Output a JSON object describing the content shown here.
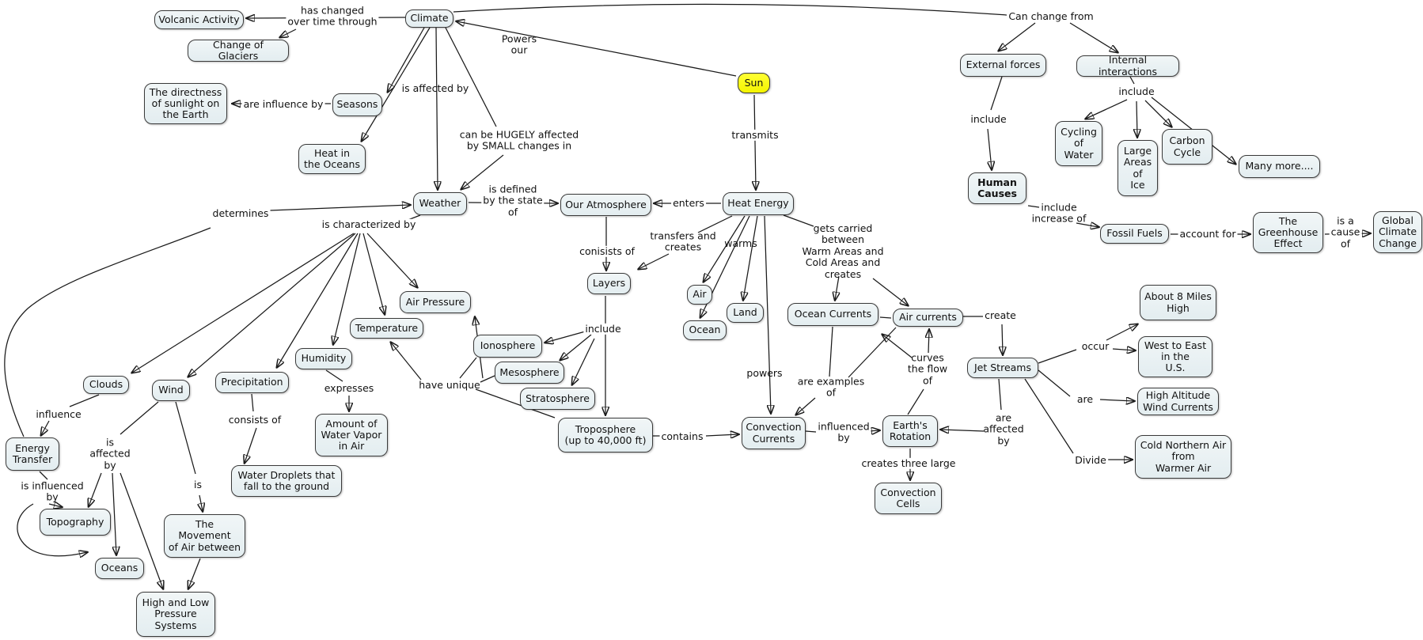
{
  "colors": {
    "node_fill": "#e9f1f3",
    "node_border": "#3a3a3a",
    "sun_fill": "#ffff00",
    "line": "#1a1a1a",
    "text": "#111111"
  },
  "nodes": {
    "volcanic_activity": "Volcanic Activity",
    "climate": "Climate",
    "change_of_glaciers": "Change of Glaciers",
    "directness_sunlight": "The directness\nof sunlight on\nthe Earth",
    "seasons": "Seasons",
    "heat_in_oceans": "Heat in\nthe Oceans",
    "weather": "Weather",
    "our_atmosphere": "Our Atmosphere",
    "sun": "Sun",
    "heat_energy": "Heat Energy",
    "external_forces": "External forces",
    "internal_interactions": "Internal interactions",
    "cycling_of_water": "Cycling\nof\nWater",
    "large_areas_ice": "Large\nAreas\nof\nIce",
    "carbon_cycle": "Carbon\nCycle",
    "many_more": "Many more....",
    "human_causes": "Human\nCauses",
    "fossil_fuels": "Fossil Fuels",
    "greenhouse_effect": "The\nGreenhouse\nEffect",
    "global_climate_change": "Global\nClimate\nChange",
    "layers": "Layers",
    "air": "Air",
    "land": "Land",
    "ocean": "Ocean",
    "ocean_currents": "Ocean Currents",
    "air_currents": "Air currents",
    "jet_streams": "Jet Streams",
    "about_8_miles": "About 8 Miles\nHigh",
    "west_to_east": "West to East\nin the\nU.S.",
    "high_altitude": "High Altitude\nWind Currents",
    "cold_northern_air": "Cold Northern Air\nfrom\nWarmer Air",
    "ionosphere": "Ionosphere",
    "mesosphere": "Mesosphere",
    "stratosphere": "Stratosphere",
    "troposphere": "Troposphere\n(up to 40,000 ft)",
    "convection_currents": "Convection\nCurrents",
    "earths_rotation": "Earth's\nRotation",
    "convection_cells": "Convection\nCells",
    "air_pressure": "Air Pressure",
    "temperature": "Temperature",
    "humidity": "Humidity",
    "precipitation": "Precipitation",
    "clouds": "Clouds",
    "wind": "Wind",
    "energy_transfer": "Energy\nTransfer",
    "topography": "Topography",
    "oceans": "Oceans",
    "amount_water_vapor": "Amount of\nWater Vapor\nin Air",
    "water_droplets": "Water Droplets that\nfall to the ground",
    "movement_of_air": "The\nMovement\nof Air between",
    "high_low_pressure": "High and Low\nPressure\nSystems"
  },
  "edge_labels": {
    "has_changed": "has changed\nover time through",
    "powers_our": "Powers\nour",
    "can_change_from": "Can change from",
    "is_affected_by_climate": "is affected by",
    "are_influence_by": "are influence by",
    "hugely_affected": "can be HUGELY affected\nby SMALL changes in",
    "is_defined": "is defined\nby the state\nof",
    "enters": "enters",
    "transmits": "transmits",
    "include_external": "include",
    "include_internal": "include",
    "include_increase_of": "include\nincrease of",
    "account_for": "account for",
    "is_a_cause_of": "is a\ncause\nof",
    "determines": "determines",
    "is_characterized_by": "is characterized by",
    "conisists_of": "conisists of",
    "transfers_and_creates": "transfers and\ncreates",
    "warms": "warms",
    "gets_carried": "gets carried\nbetween\nWarm Areas and\nCold Areas and\ncreates",
    "include_layers": "include",
    "create": "create",
    "powers": "powers",
    "are_examples_of": "are examples\nof",
    "curves_the_flow": "curves\nthe flow\nof",
    "occur": "occur",
    "are_jet": "are",
    "are_affected_by": "are\naffected\nby",
    "divide": "Divide",
    "creates_three_large": "creates three large",
    "influenced_by": "influenced\nby",
    "contains": "contains",
    "influence": "influence",
    "is_affected_by_wind": "is\naffected\nby",
    "is_influenced_by": "is influenced\nby",
    "is_wind": "is",
    "expresses": "expresses",
    "consists_of": "consists of",
    "have_unique": "have unique"
  }
}
